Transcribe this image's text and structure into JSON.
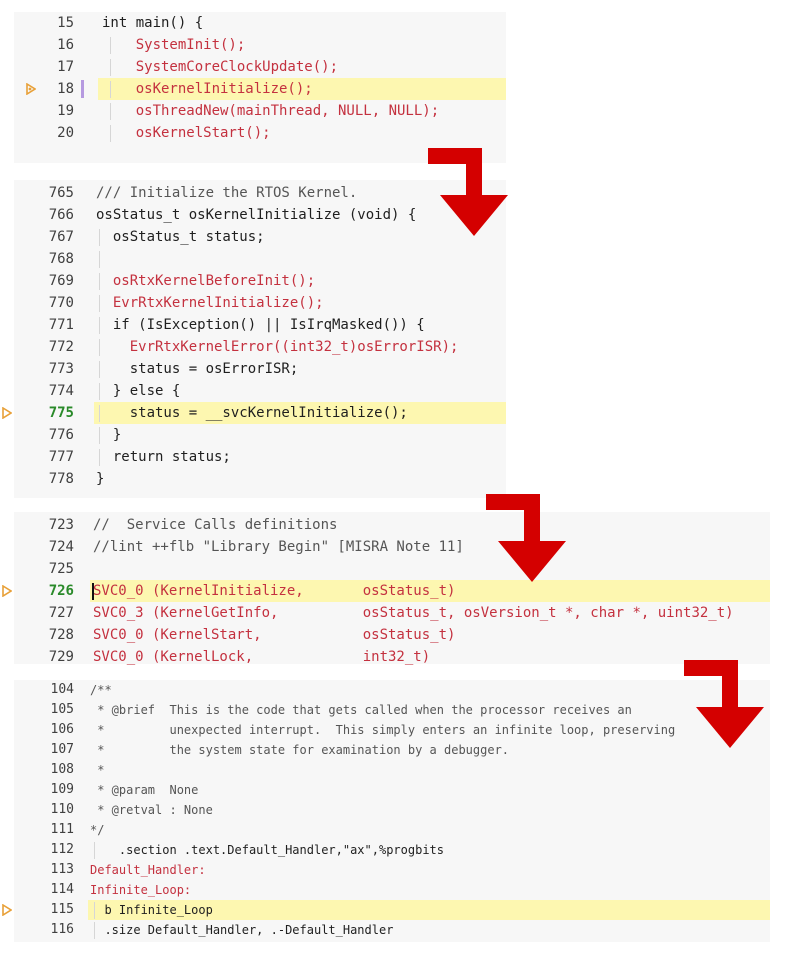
{
  "colors": {
    "highlight": "#fdf7b0",
    "panel_bg": "#f7f7f7",
    "function_red": "#c4313f",
    "marker_orange": "#e8a038",
    "arrow_red": "#d40000",
    "current_line_number": "#2a8a2a"
  },
  "icons": {
    "execution_marker": "play-triangle-icon",
    "flow_arrow": "arrow-down-right-icon"
  },
  "panels": [
    {
      "name": "main-function",
      "lines": [
        {
          "num": "15",
          "text": "int main() {"
        },
        {
          "num": "16",
          "text": "    SystemInit();"
        },
        {
          "num": "17",
          "text": "    SystemCoreClockUpdate();"
        },
        {
          "num": "18",
          "text": "    osKernelInitialize();"
        },
        {
          "num": "19",
          "text": "    osThreadNew(mainThread, NULL, NULL);"
        },
        {
          "num": "20",
          "text": "    osKernelStart();"
        }
      ]
    },
    {
      "name": "kernel-initialize",
      "lines": [
        {
          "num": "765",
          "text": "/// Initialize the RTOS Kernel."
        },
        {
          "num": "766",
          "text": "osStatus_t osKernelInitialize (void) {"
        },
        {
          "num": "767",
          "text": "  osStatus_t status;"
        },
        {
          "num": "768",
          "text": ""
        },
        {
          "num": "769",
          "text": "  osRtxKernelBeforeInit();"
        },
        {
          "num": "770",
          "text": "  EvrRtxKernelInitialize();"
        },
        {
          "num": "771",
          "text": "  if (IsException() || IsIrqMasked()) {"
        },
        {
          "num": "772",
          "text": "    EvrRtxKernelError((int32_t)osErrorISR);"
        },
        {
          "num": "773",
          "text": "    status = osErrorISR;"
        },
        {
          "num": "774",
          "text": "  } else {"
        },
        {
          "num": "775",
          "text": "    status = __svcKernelInitialize();"
        },
        {
          "num": "776",
          "text": "  }"
        },
        {
          "num": "777",
          "text": "  return status;"
        },
        {
          "num": "778",
          "text": "}"
        }
      ]
    },
    {
      "name": "service-calls",
      "lines": [
        {
          "num": "723",
          "text": "//  Service Calls definitions"
        },
        {
          "num": "724",
          "text": "//lint ++flb \"Library Begin\" [MISRA Note 11]"
        },
        {
          "num": "725",
          "text": ""
        },
        {
          "num": "726",
          "text": "SVC0_0 (KernelInitialize,       osStatus_t)"
        },
        {
          "num": "727",
          "text": "SVC0_3 (KernelGetInfo,          osStatus_t, osVersion_t *, char *, uint32_t)"
        },
        {
          "num": "728",
          "text": "SVC0_0 (KernelStart,            osStatus_t)"
        },
        {
          "num": "729",
          "text": "SVC0_0 (KernelLock,             int32_t)"
        }
      ]
    },
    {
      "name": "default-handler",
      "lines": [
        {
          "num": "104",
          "text": "/**"
        },
        {
          "num": "105",
          "text": " * @brief  This is the code that gets called when the processor receives an"
        },
        {
          "num": "106",
          "text": " *         unexpected interrupt.  This simply enters an infinite loop, preserving"
        },
        {
          "num": "107",
          "text": " *         the system state for examination by a debugger."
        },
        {
          "num": "108",
          "text": " *"
        },
        {
          "num": "109",
          "text": " * @param  None"
        },
        {
          "num": "110",
          "text": " * @retval : None"
        },
        {
          "num": "111",
          "text": "*/"
        },
        {
          "num": "112",
          "text": "    .section .text.Default_Handler,\"ax\",%progbits"
        },
        {
          "num": "113",
          "text": "Default_Handler:"
        },
        {
          "num": "114",
          "text": "Infinite_Loop:"
        },
        {
          "num": "115",
          "text": "  b Infinite_Loop"
        },
        {
          "num": "116",
          "text": "  .size Default_Handler, .-Default_Handler"
        }
      ]
    }
  ]
}
